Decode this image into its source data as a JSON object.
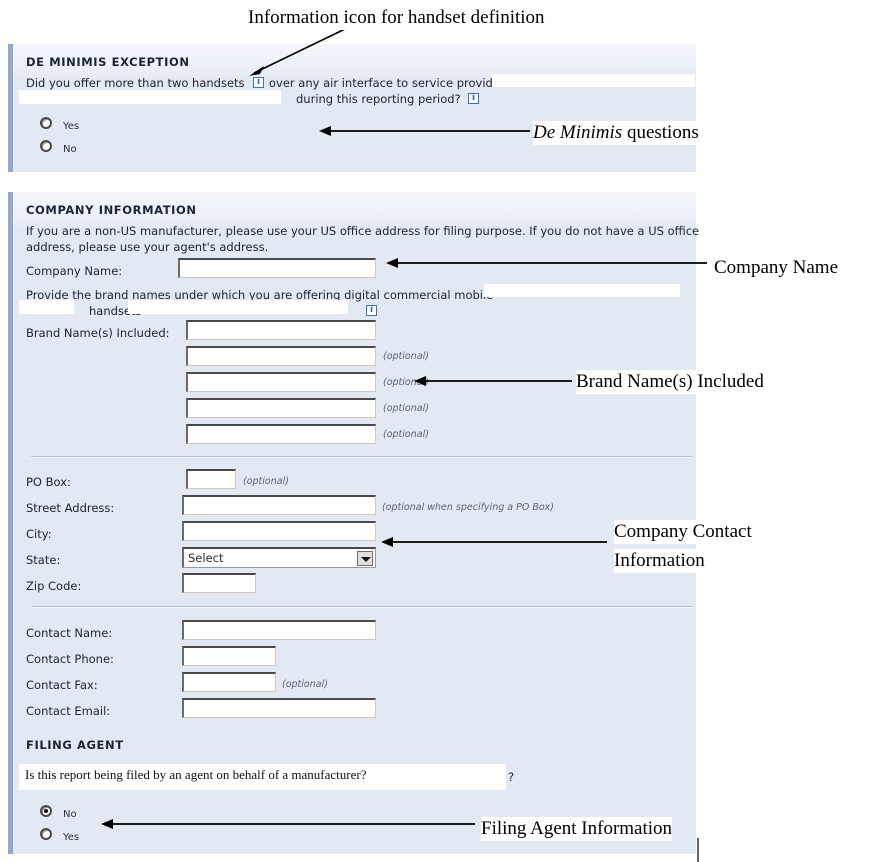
{
  "annotations": [
    {
      "id": "info-icon-callout",
      "text": "Information icon for handset definition"
    },
    {
      "id": "de-minimis-callout",
      "pre": "",
      "em": "De Minimis",
      "post": " questions"
    },
    {
      "id": "company-name-callout",
      "text": "Company Name"
    },
    {
      "id": "brand-names-callout",
      "text": "Brand Name(s) Included"
    },
    {
      "id": "company-contact-callout-l1",
      "text": "Company Contact"
    },
    {
      "id": "company-contact-callout-l2",
      "text": "Information"
    },
    {
      "id": "filing-agent-callout",
      "text": "Filing Agent Information"
    }
  ],
  "de_minimis": {
    "heading": "DE MINIMIS EXCEPTION",
    "question_line1": "Did you offer more than two handsets",
    "question_line1_cont": "over any air interface to service providers",
    "question_line2": "during this reporting period?",
    "info_icon_glyph": "i",
    "options": [
      {
        "label": "Yes",
        "selected": false
      },
      {
        "label": "No",
        "selected": false
      }
    ]
  },
  "company_information": {
    "heading": "COMPANY INFORMATION",
    "notice_line1": "If you are a non-US manufacturer, please use your US office address for filing purpose. If you do not have a US office",
    "notice_line2": "address, please use your agent's address.",
    "company_name_label": "Company Name:",
    "company_name_value": "",
    "brand_prompt_line1": "Provide the brand names under which you are offering digital commercial mobile",
    "brand_prompt_line2": "handsets",
    "brand_label": "Brand Name(s) Included:",
    "brand_values": [
      "",
      "",
      "",
      "",
      ""
    ],
    "optional_note": "(optional)",
    "address": {
      "po_box_label": "PO Box:",
      "po_box_value": "",
      "po_box_note": "(optional)",
      "street_label": "Street Address:",
      "street_value": "",
      "street_note": "(optional when specifying a PO Box)",
      "city_label": "City:",
      "city_value": "",
      "state_label": "State:",
      "state_value": "Select",
      "zip_label": "Zip Code:",
      "zip_value": ""
    },
    "contact": {
      "name_label": "Contact Name:",
      "name_value": "",
      "phone_label": "Contact Phone:",
      "phone_value": "",
      "fax_label": "Contact Fax:",
      "fax_value": "",
      "fax_note": "(optional)",
      "email_label": "Contact Email:",
      "email_value": ""
    }
  },
  "filing_agent": {
    "heading": "FILING AGENT",
    "question": "Is this report being filed by an agent on behalf of a manufacturer?",
    "trailing_fragment": "?",
    "options": [
      {
        "label": "No",
        "selected": true
      },
      {
        "label": "Yes",
        "selected": false
      }
    ]
  }
}
